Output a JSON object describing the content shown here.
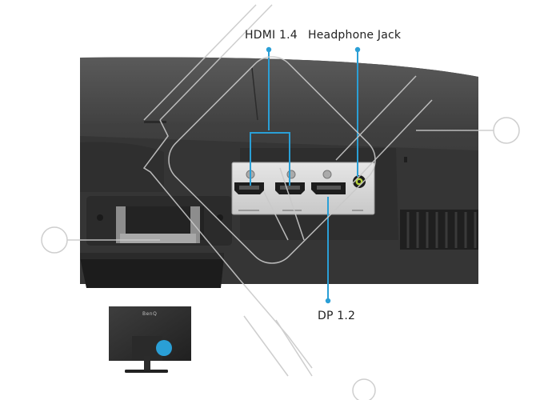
{
  "labels": {
    "hdmi": "HDMI 1.4",
    "headphone": "Headphone Jack",
    "dp": "DP 1.2"
  },
  "thumbnail": {
    "logo": "BenQ"
  },
  "colors": {
    "callout": "#2a9fd6",
    "monitor_body": "#3c3c3c",
    "monitor_dark": "#262626",
    "port_panel": "#d7d7d7",
    "watermark": "#c9c9c9"
  },
  "icons": [
    "hdmi-port-icon",
    "displayport-icon",
    "headphone-jack-icon",
    "screw-icon"
  ]
}
